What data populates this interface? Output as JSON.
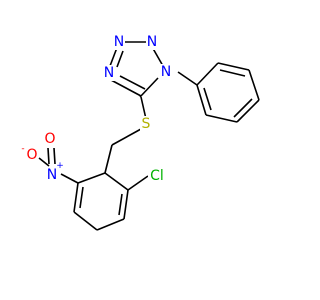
{
  "molecule": {
    "atoms": {
      "n_a": "N",
      "n_b": "N",
      "n_c": "N",
      "n_d": "N",
      "s": "S",
      "cl": "Cl",
      "n_nitro": "N",
      "n_nitro_charge": "+",
      "o_minus": "O",
      "o_minus_charge": "-",
      "o_dbl": "O"
    },
    "colors": {
      "nitrogen": "#0000ff",
      "sulfur": "#b2b200",
      "chlorine": "#00b200",
      "oxygen": "#ff0000",
      "bond": "#000000"
    }
  }
}
